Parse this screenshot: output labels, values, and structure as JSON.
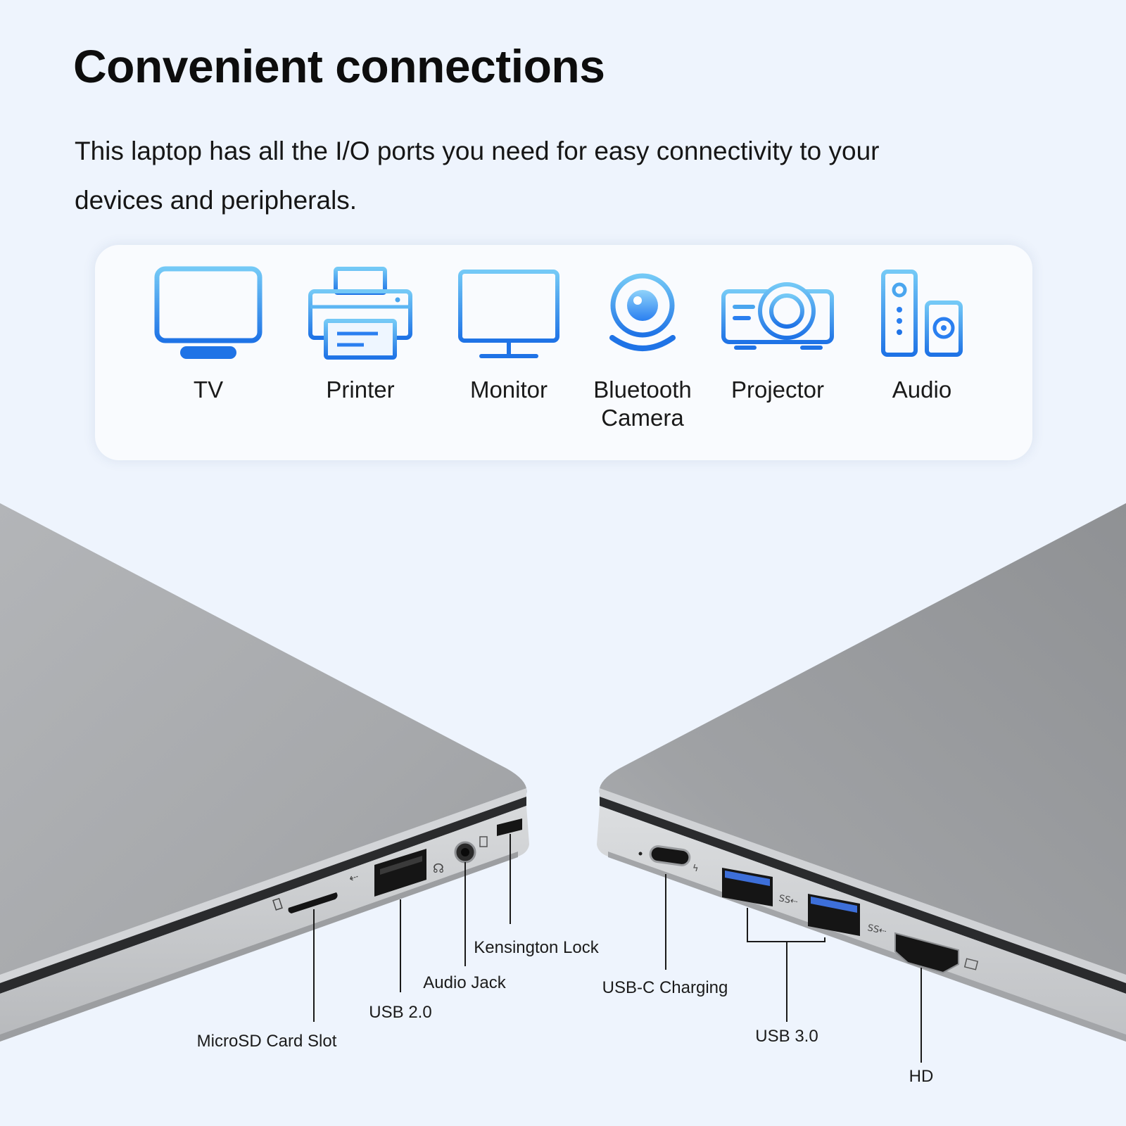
{
  "header": {
    "title": "Convenient connections",
    "description": "This laptop has all the I/O ports you need for easy connectivity to your devices and peripherals."
  },
  "devices": [
    {
      "label": "TV",
      "icon": "tv-icon"
    },
    {
      "label": "Printer",
      "icon": "printer-icon"
    },
    {
      "label": "Monitor",
      "icon": "monitor-icon"
    },
    {
      "label": "Bluetooth\nCamera",
      "icon": "webcam-icon"
    },
    {
      "label": "Projector",
      "icon": "projector-icon"
    },
    {
      "label": "Audio",
      "icon": "speaker-icon"
    }
  ],
  "ports": {
    "left": [
      {
        "label": "MicroSD Card Slot"
      },
      {
        "label": "USB 2.0"
      },
      {
        "label": "Audio Jack"
      },
      {
        "label": "Kensington Lock"
      }
    ],
    "right": [
      {
        "label": "USB-C Charging"
      },
      {
        "label": "USB 3.0"
      },
      {
        "label": "HD"
      }
    ]
  },
  "colors": {
    "background": "#eef4fd",
    "icon_gradient_top": "#74c9f6",
    "icon_gradient_bottom": "#1f73e6",
    "laptop_body": "#a9abae"
  }
}
